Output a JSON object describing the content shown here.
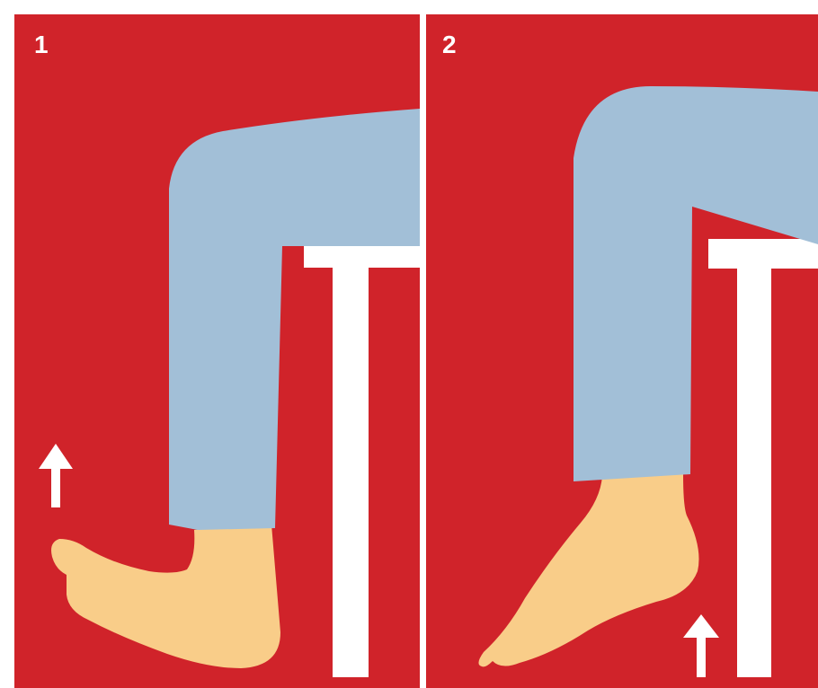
{
  "colors": {
    "background": "#d0232a",
    "trousers": "#a2bfd7",
    "skin": "#f9cd89",
    "chair": "#ffffff",
    "arrow": "#ffffff",
    "divider": "#ffffff"
  },
  "steps": [
    {
      "number": "1",
      "arrow_direction": "up",
      "icons": [
        "leg",
        "foot",
        "chair",
        "arrow-up"
      ]
    },
    {
      "number": "2",
      "arrow_direction": "up",
      "icons": [
        "leg",
        "foot",
        "chair",
        "arrow-up"
      ]
    }
  ]
}
